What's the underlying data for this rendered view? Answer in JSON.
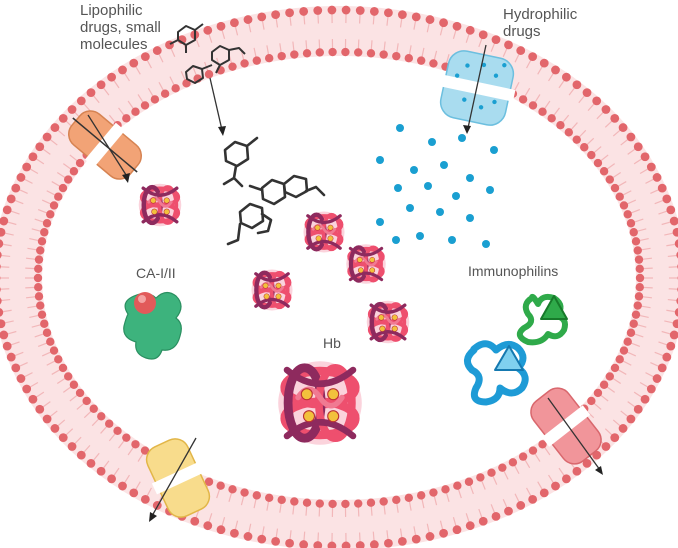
{
  "labels": {
    "lipophilic": "Lipophilic\ndrugs, small\nmolecules",
    "hydrophilic": "Hydrophilic\ndrugs",
    "ca": "CA-I/II",
    "immunophilins": "Immunophilins",
    "hb": "Hb"
  },
  "colors": {
    "membrane_head": "#e2666b",
    "membrane_tail": "#f2b7b9",
    "hb_pink": "#ee4f6e",
    "hb_purple": "#8e2a5e",
    "heme": "#f2c13c",
    "water_drug": "#1a9fd1",
    "drug_structure": "#333333",
    "ca_enzyme": "#3db37d",
    "zinc": "#e25a5a",
    "immuno_blue": "#1e9bd6",
    "immuno_green": "#2faa4a",
    "transporter_orange": "#f2a376",
    "transporter_blue": "#a9dcef",
    "transporter_yellow": "#f8dc8c",
    "transporter_pink": "#f1959a"
  },
  "icons": {
    "channels": [
      "orange-transporter-icon",
      "blue-aquaporin-icon",
      "yellow-transporter-icon",
      "pink-transporter-icon"
    ],
    "molecules": [
      "hemoglobin-icon",
      "carbonic-anhydrase-icon",
      "immunophilin-icon",
      "drug-molecule-icon"
    ]
  }
}
